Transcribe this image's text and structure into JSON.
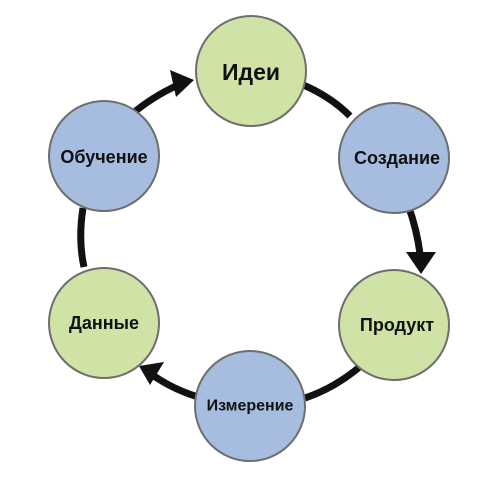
{
  "diagram": {
    "nodes": [
      {
        "id": "ideas",
        "label": "Идеи",
        "fill": "#cfe3a6"
      },
      {
        "id": "build",
        "label": "Создание",
        "fill": "#a6bde0"
      },
      {
        "id": "product",
        "label": "Продукт",
        "fill": "#cfe3a6"
      },
      {
        "id": "measure",
        "label": "Измерение",
        "fill": "#a6bde0"
      },
      {
        "id": "data",
        "label": "Данные",
        "fill": "#cfe3a6"
      },
      {
        "id": "learn",
        "label": "Обучение",
        "fill": "#a6bde0"
      }
    ],
    "colors": {
      "outline": "#6e6e6e",
      "connector": "#111111",
      "green_node": "#cfe3a6",
      "blue_node": "#a6bde0"
    },
    "arrows": [
      "build-to-product",
      "measure-to-data",
      "learn-to-ideas"
    ]
  }
}
